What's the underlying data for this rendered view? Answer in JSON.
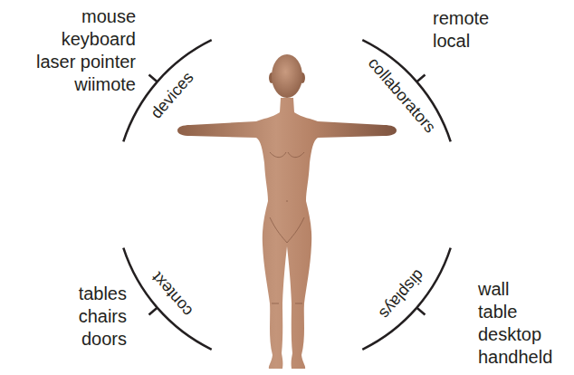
{
  "diagram": {
    "labels": [
      "mouse",
      "keyboard",
      "laser pointer",
      "wiimote",
      "devices",
      "remote",
      "local",
      "collaborators",
      "tables",
      "chairs",
      "doors",
      "context",
      "displays",
      "wall",
      "table",
      "desktop",
      "handheld"
    ]
  }
}
